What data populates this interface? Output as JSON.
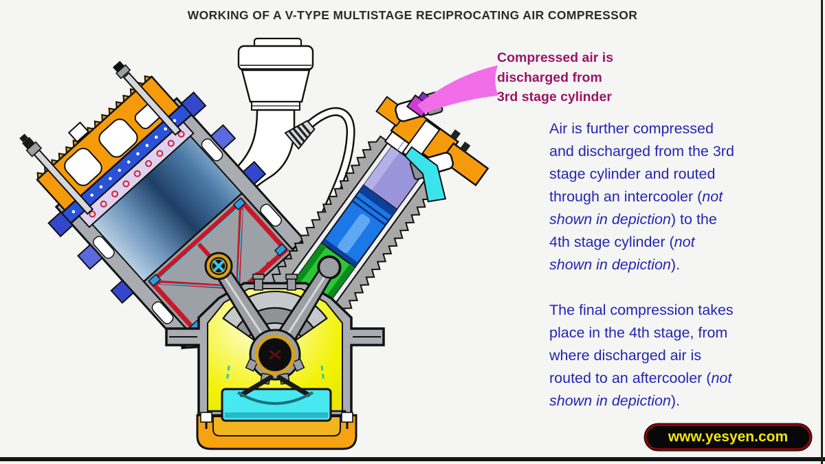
{
  "title": "WORKING OF A V-TYPE MULTISTAGE RECIPROCATING AIR COMPRESSOR",
  "callout": {
    "text": "Compressed air is\ndischarged from\n3rd stage cylinder"
  },
  "description": {
    "paragraph1": {
      "segments": [
        {
          "text": "Air is further compressed\nand discharged from the 3rd\nstage cylinder and routed\nthrough an intercooler (",
          "italic": false
        },
        {
          "text": "not\nshown in depiction",
          "italic": true
        },
        {
          "text": ") to the\n4th stage cylinder (",
          "italic": false
        },
        {
          "text": "not\nshown in depiction",
          "italic": true
        },
        {
          "text": ").",
          "italic": false
        }
      ]
    },
    "paragraph2": {
      "segments": [
        {
          "text": "The final compression takes\nplace in the 4th stage, from\nwhere discharged air is\nrouted to an aftercooler (",
          "italic": false
        },
        {
          "text": "not\nshown in depiction",
          "italic": true
        },
        {
          "text": ").",
          "italic": false
        }
      ]
    }
  },
  "footer": {
    "website": "www.yesyen.com"
  },
  "diagram": {
    "parts": [
      "air-filter",
      "intake-tube",
      "intake-hose",
      "first-stage-cylinder",
      "third-stage-cylinder",
      "crankcase",
      "crankshaft",
      "connecting-rods",
      "oil-sump",
      "oil-pan",
      "compressed-air-discharge-stream"
    ],
    "colors": {
      "discharge_stream": "#f26ee8",
      "callout_text": "#9b1468",
      "body_text": "#2424b4",
      "cylinder_head_orange": "#f59b0b",
      "flange_blue": "#2a52d8",
      "piston_red": "#c81828",
      "piston_blue": "#1b78e6",
      "crosshead_green": "#2bc636",
      "crankcase_interior_yellow": "#f2f200",
      "oil_cyan": "#48e8f0",
      "pan_orange": "#f7a211",
      "website_text": "#f2e50a"
    }
  }
}
